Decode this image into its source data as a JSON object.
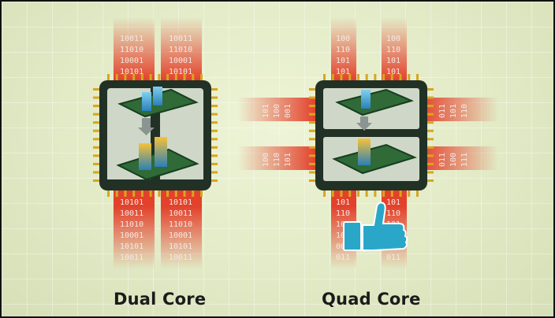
{
  "labels": {
    "dual": "Dual Core",
    "quad": "Quad Core"
  },
  "dual": {
    "top_binary": [
      "10011",
      "11010",
      "10001",
      "10101"
    ],
    "bottom_binary": [
      "10101",
      "10011",
      "11010",
      "10001",
      "10101",
      "10011"
    ]
  },
  "quad": {
    "top_binary": [
      "100",
      "110",
      "101",
      "101"
    ],
    "bottom_binary": [
      "101",
      "110",
      "101",
      "100",
      "001",
      "011"
    ],
    "left_binary": [
      "101",
      "100",
      "001",
      "100",
      "110",
      "101"
    ],
    "right_binary": [
      "011",
      "101",
      "110",
      "011",
      "100",
      "111"
    ]
  },
  "colors": {
    "stripe": "#e3412b",
    "chip_frame": "#223126",
    "board": "#2f6a37",
    "pin": "#d7a61f",
    "thumb": "#2aa7c8"
  },
  "icons": [
    "thumbs-up-icon",
    "arrow-down-icon",
    "chip-icon"
  ]
}
